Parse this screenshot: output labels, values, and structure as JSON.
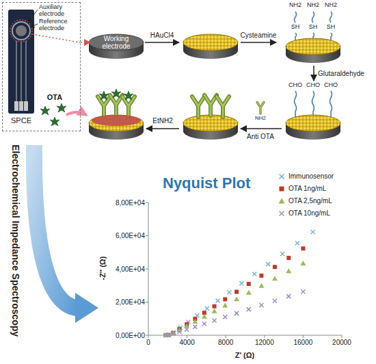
{
  "diagram": {
    "nodes": [
      {
        "text": [
          "SPCE"
        ]
      },
      {
        "text": [
          "Working electrode"
        ]
      },
      {
        "text": [
          "NH2",
          "NH2",
          "NH2",
          "SH",
          "SH",
          "SH"
        ]
      },
      {
        "text": [
          "CHO",
          "CHO",
          "CHO"
        ]
      }
    ],
    "edges": [
      {
        "from": 0,
        "to": 1,
        "arrow": "to"
      },
      {
        "from": 2,
        "to": 3,
        "label": "Glutaraldehyde",
        "arrow": "to"
      }
    ],
    "labels": [
      "Auxiliary electrode",
      "Reference electrode",
      "HAuCl4",
      "Cysteamine",
      "NH2",
      "Anti OTA",
      "EtNH2",
      "OTA",
      "Electrochemical Impedance Spectroscopy",
      "Nyquist Plot",
      "-Z'' (Ω)",
      "0,00E+00",
      "2,00E+04",
      "4,00E+04",
      "6,00E+04",
      "8,00E+04",
      "Z' (Ω)",
      "0",
      "4000",
      "8000",
      "12000",
      "16000",
      "20000"
    ],
    "legend": [
      {
        "text": "Immunosensor"
      },
      {
        "text": "OTA 1ng/mL"
      },
      {
        "text": "OTA 2,5ng/mL"
      },
      {
        "text": "OTA 10ng/mL"
      }
    ]
  }
}
